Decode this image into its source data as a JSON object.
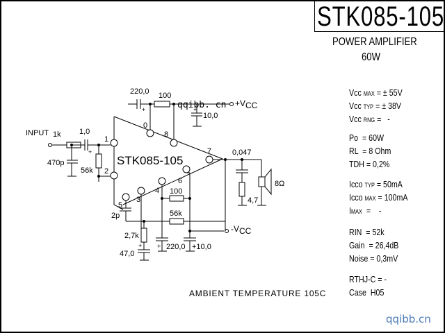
{
  "title": "STK085-105",
  "subtitle": "POWER AMPLIFIER",
  "power_rating": "60W",
  "chip_label": "STK085-105",
  "ambient": "AMBIENT TEMPERATURE 105C",
  "watermark": "qqibb.cn",
  "watermark_overlay": "qqibb. cn",
  "watermark_color": "#4a7bb5",
  "specs": {
    "vcc_max": {
      "label": "Vcc",
      "sub": "MAX",
      "value": "= ± 55V"
    },
    "vcc_typ": {
      "label": "Vcc",
      "sub": "TYP",
      "value": " = ± 38V"
    },
    "vcc_rng": {
      "label": "Vcc",
      "sub": "RNG",
      "value": " =   -"
    },
    "po": {
      "label": "Po",
      "value": "  = 60W"
    },
    "rl": {
      "label": "RL",
      "value": "  = 8 Ohm"
    },
    "tdh": {
      "label": "TDH",
      "value": " = 0,2%"
    },
    "icco_typ": {
      "label": "Icco",
      "sub": "TYP",
      "value": " = 50mA"
    },
    "icco_max": {
      "label": "Icco",
      "sub": "MAX",
      "value": " = 100mA"
    },
    "imax": {
      "label": "I",
      "sub": "MAX",
      "value": "  =    -"
    },
    "rin": {
      "label": "RIN",
      "value": "  = 52k"
    },
    "gain": {
      "label": "Gain",
      "value": "  = 26,4dB"
    },
    "noise": {
      "label": "Noise",
      "value": " = 0,3mV"
    },
    "rthjc": {
      "label": "RTHJ-C",
      "value": " = -"
    },
    "case": {
      "label": "Case",
      "value": "  H05"
    }
  },
  "schematic": {
    "input_label": "INPUT",
    "r_in": "1k",
    "c_in": "1,0",
    "c_filter": "470p",
    "r_bias": "56k",
    "c_supply": "220,0",
    "r_supply": "100",
    "c_decouple": "10,0",
    "vcc_pos": "+V",
    "vcc_pos_sub": "CC",
    "vcc_neg": "-V",
    "vcc_neg_sub": "CC",
    "c_zobel": "0,047",
    "r_zobel": "4,7",
    "speaker": "8Ω",
    "r_fb1": "100",
    "r_fb2": "56k",
    "c_comp": "2p",
    "r_gnd": "2,7k",
    "c_gnd": "47,0",
    "c_boot": "220,0",
    "c_boot2": "+10,0",
    "pins": [
      "1",
      "2",
      "5",
      "3",
      "4",
      "6",
      "7",
      "8",
      "0"
    ]
  }
}
